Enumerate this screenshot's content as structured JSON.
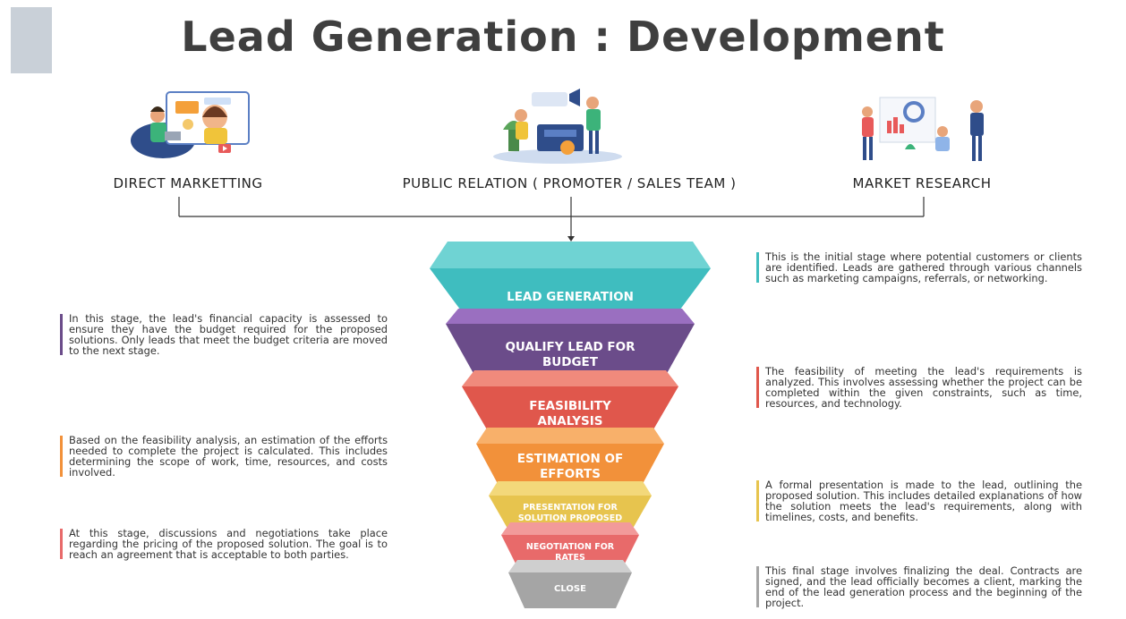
{
  "title": "Lead Generation : Development",
  "channels": [
    {
      "label": "DIRECT MARKETTING",
      "icon": "direct-marketing-illustration"
    },
    {
      "label": "PUBLIC RELATION ( PROMOTER / SALES TEAM )",
      "icon": "promoter-sales-team-illustration"
    },
    {
      "label": "MARKET RESEARCH",
      "icon": "market-research-illustration"
    }
  ],
  "stages": [
    {
      "label": "LEAD GENERATION",
      "color": "#3fbdbf"
    },
    {
      "label": "QUALIFY LEAD FOR BUDGET",
      "color": "#6b4c8a"
    },
    {
      "label": "FEASIBILITY ANALYSIS",
      "color": "#e0574c"
    },
    {
      "label": "ESTIMATION OF EFFORTS",
      "color": "#f2913a"
    },
    {
      "label": "PRESENTATION FOR SOLUTION PROPOSED",
      "color": "#e7c44e"
    },
    {
      "label": "NEGOTIATION FOR RATES",
      "color": "#e86a6a"
    },
    {
      "label": "CLOSE",
      "color": "#a5a5a5"
    }
  ],
  "descriptions": {
    "lead_generation": "This is the initial stage where potential customers or clients are identified. Leads are gathered through various channels such as marketing campaigns, referrals, or networking.",
    "qualify_budget": "In this stage, the lead's financial capacity is assessed to ensure they have the budget required for the proposed solutions. Only leads that meet the budget criteria are moved to the next stage.",
    "feasibility": "The feasibility of meeting the lead's requirements is analyzed. This involves assessing whether the project can be completed within the given constraints, such as time, resources, and technology.",
    "estimation": "Based on the feasibility analysis, an estimation of the efforts needed to complete the project is calculated. This includes determining the scope of work, time, resources, and costs involved.",
    "presentation": "A formal presentation is made to the lead, outlining the proposed solution. This includes detailed explanations of how the solution meets the lead's requirements, along with timelines, costs, and benefits.",
    "negotiation": "At this stage, discussions and negotiations take place regarding the pricing of the proposed solution. The goal is to reach an agreement that is acceptable to both parties.",
    "close": "This final stage involves finalizing the deal. Contracts are signed, and the lead officially becomes a client, marking the end of the lead generation process and the beginning of the project."
  }
}
